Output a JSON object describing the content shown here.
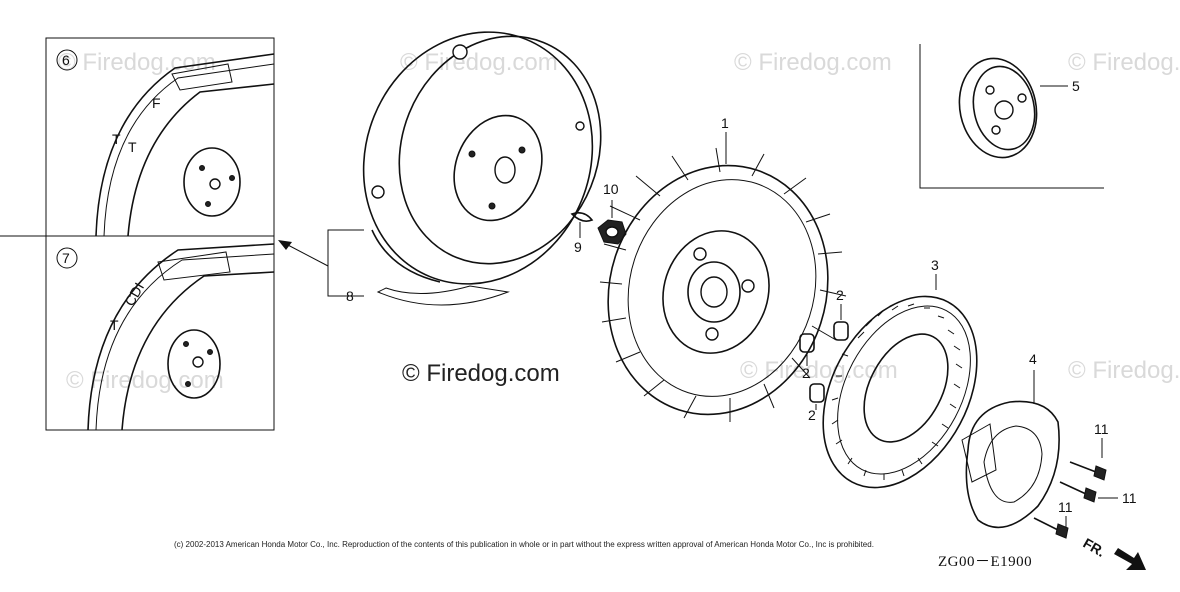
{
  "watermark": {
    "text": "© Firedog.com",
    "center_text": "© Firedog.com"
  },
  "callouts": {
    "flywheel_fan": "1",
    "spacer": "2",
    "starter_pulley": "3",
    "ratchet_plate": "4",
    "starter_cup": "5",
    "flywheel_f_mark": "6",
    "flywheel_cdi_mark": "7",
    "flywheel_assembly": "8",
    "woodruff_key": "9",
    "flange_nut": "10",
    "flange_bolt": "11"
  },
  "flywheel_marks": {
    "detail_6": {
      "mark_t": "T",
      "mark_f": "F"
    },
    "detail_7": {
      "mark_t": "T",
      "mark_cdi": "CDI"
    }
  },
  "front_indicator": "FR.",
  "copyright": "(c) 2002-2013 American Honda Motor Co., Inc. Reproduction of the contents of this publication in whole or in part without the express written approval of American Honda Motor Co., Inc is prohibited.",
  "figure_code": "ZG00－E1900"
}
